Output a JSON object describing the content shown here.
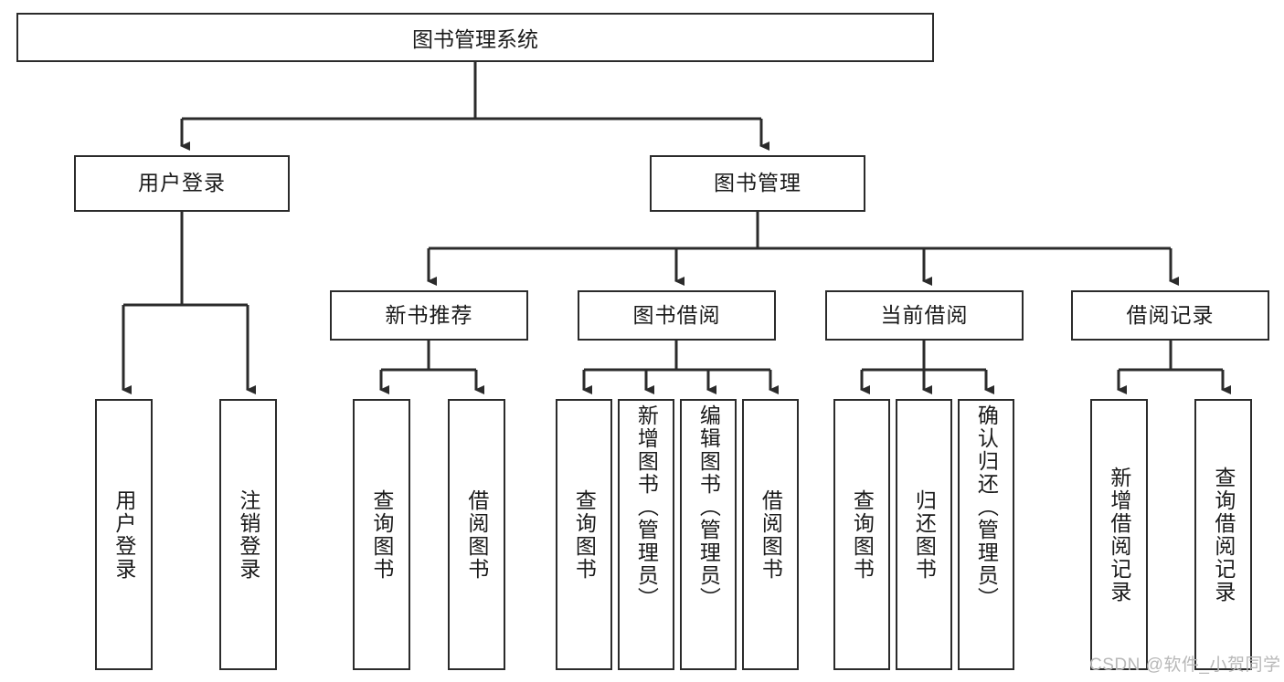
{
  "diagram": {
    "title": "图书管理系统",
    "root": {
      "label": "图书管理系统"
    },
    "level2": [
      {
        "label": "用户登录"
      },
      {
        "label": "图书管理"
      }
    ],
    "level3": [
      {
        "label": "新书推荐"
      },
      {
        "label": "图书借阅"
      },
      {
        "label": "当前借阅"
      },
      {
        "label": "借阅记录"
      }
    ],
    "leaves": {
      "user_login": [
        {
          "label": "用户登录"
        },
        {
          "label": "注销登录"
        }
      ],
      "new_book_recommend": [
        {
          "label": "查询图书"
        },
        {
          "label": "借阅图书"
        }
      ],
      "book_borrow": [
        {
          "label": "查询图书"
        },
        {
          "label": "新增图书（管理员）"
        },
        {
          "label": "编辑图书（管理员）"
        },
        {
          "label": "借阅图书"
        }
      ],
      "current_borrow": [
        {
          "label": "查询图书"
        },
        {
          "label": "归还图书"
        },
        {
          "label": "确认归还（管理员）"
        }
      ],
      "borrow_record": [
        {
          "label": "新增借阅记录"
        },
        {
          "label": "查询借阅记录"
        }
      ]
    }
  },
  "watermark": {
    "text": "CSDN @软件_小贺同学"
  },
  "colors": {
    "stroke": "#2b2b2b",
    "background": "#ffffff",
    "text": "#1a1a1a",
    "watermark": "#b8b8b8"
  }
}
